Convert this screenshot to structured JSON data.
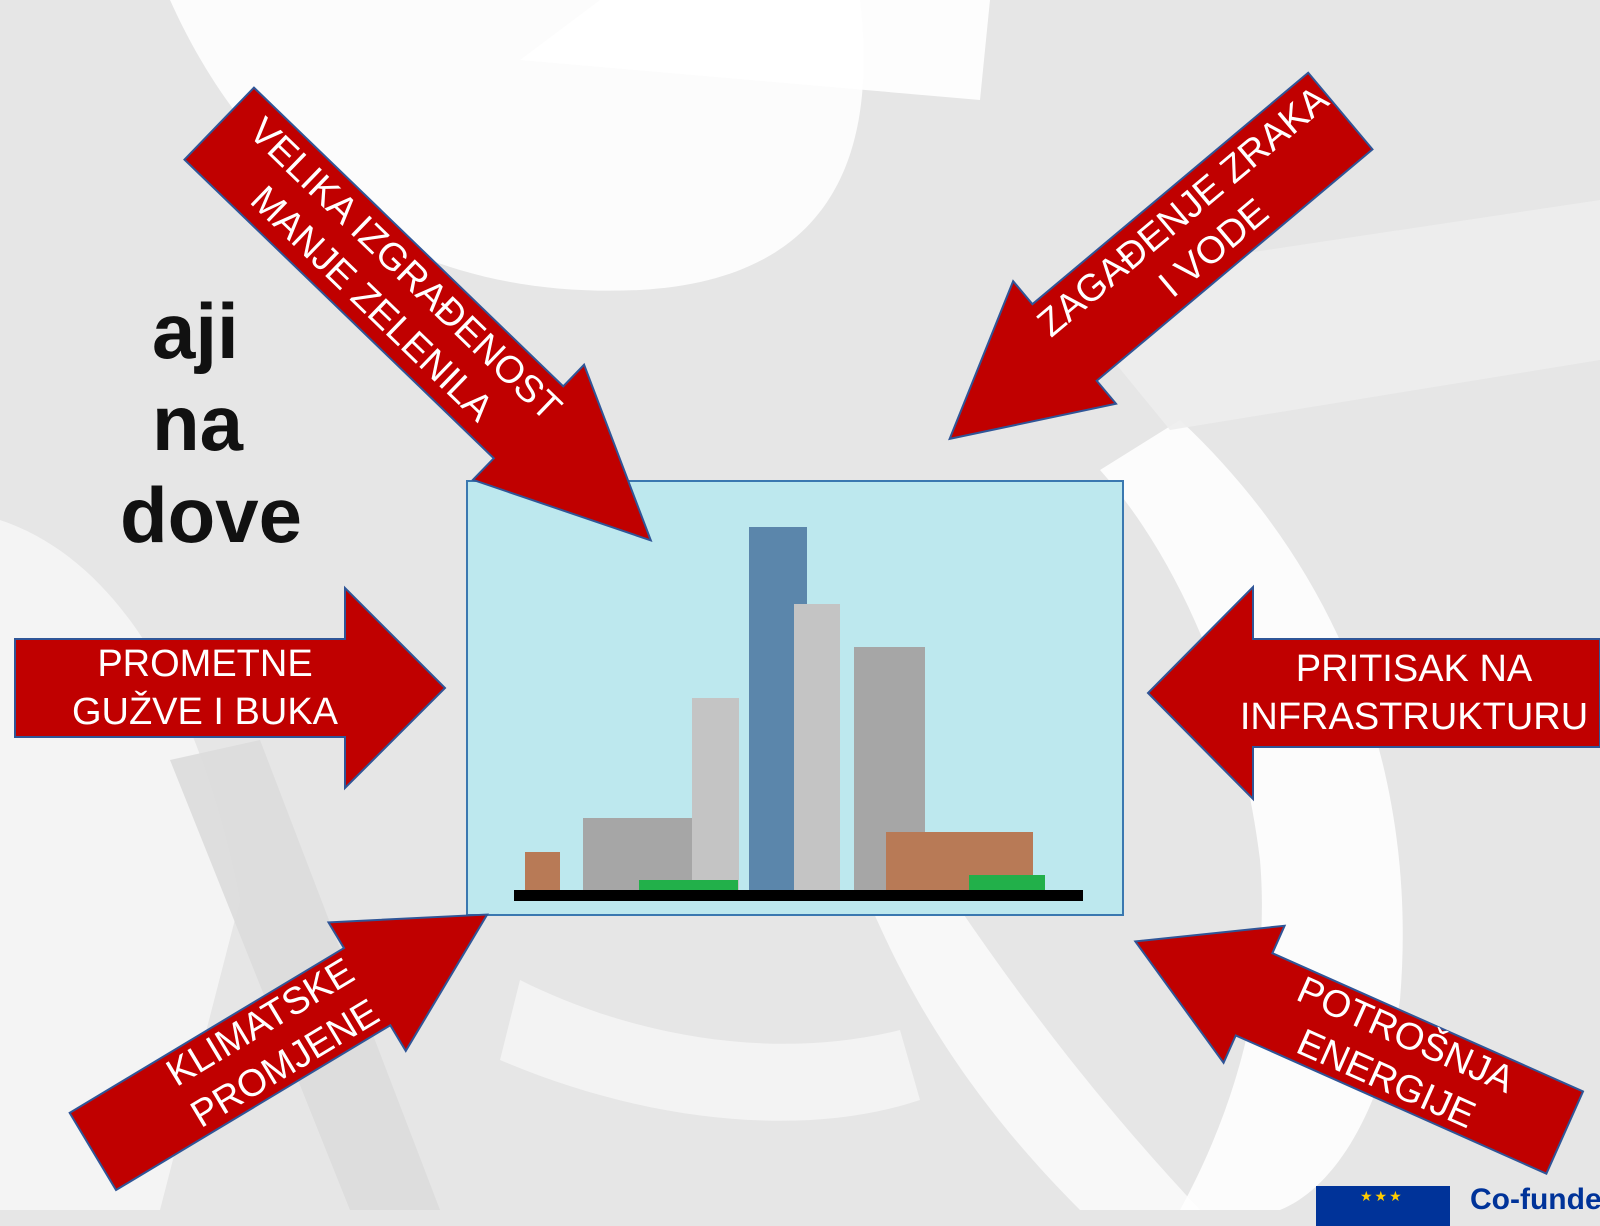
{
  "slide": {
    "title_line1": "aji na",
    "title_line2": "dove"
  },
  "colors": {
    "background": "#e6e6e6",
    "arrow_fill": "#c00000",
    "arrow_stroke": "#2f5597",
    "arrow_text": "#ffffff",
    "city_sky": "#bde8ee",
    "tower_blue": "#5b86ab",
    "building_light": "#c4c4c4",
    "building_gray": "#a6a6a6",
    "building_brown": "#b87a56",
    "green_strip": "#22b04a",
    "ground": "#000000"
  },
  "arrows": {
    "top_left": {
      "line1": "VELIKA IZGRAĐENOST",
      "line2": "MANJE ZELENILA"
    },
    "top_right": {
      "line1": "ZAGAĐENJE ZRAKA",
      "line2": "I VODE"
    },
    "left": {
      "line1": "PROMETNE",
      "line2": "GUŽVE I BUKA"
    },
    "right": {
      "line1": "PRITISAK NA",
      "line2": "INFRASTRUKTURU"
    },
    "bottom_left": {
      "line1": "KLIMATSKE",
      "line2": "PROMJENE"
    },
    "bottom_right": {
      "line1": "POTROŠNJA",
      "line2": "ENERGIJE"
    }
  },
  "footer": {
    "eu_label": "Co-funde",
    "flag_icon": "eu-flag-icon"
  }
}
